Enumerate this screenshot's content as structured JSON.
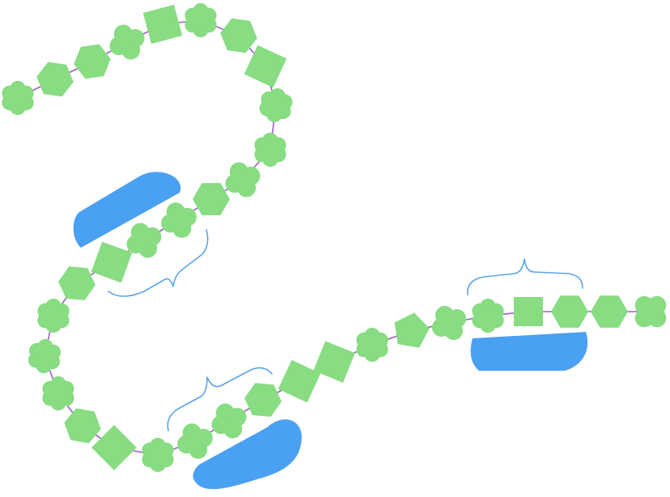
{
  "diagram": {
    "chain": [
      "flower",
      "hexagon",
      "hexagon",
      "clover",
      "square",
      "flower",
      "hexagon",
      "square",
      "flower",
      "flower",
      "clover",
      "hexagon",
      "clover",
      "clover",
      "square",
      "hexagon",
      "flower",
      "flower",
      "flower",
      "hexagon",
      "square",
      "flower",
      "clover",
      "clover",
      "hexagon",
      "square",
      "square",
      "flower",
      "pentagon",
      "clover",
      "flower",
      "square",
      "hexagon",
      "hexagon",
      "clover"
    ],
    "binders": 3,
    "braces": 3
  },
  "colors": {
    "bead": "#88dc82",
    "link": "#9a5cc8",
    "binder": "#4aa0f2",
    "brace": "#5aa4e6",
    "background": "#ffffff"
  }
}
